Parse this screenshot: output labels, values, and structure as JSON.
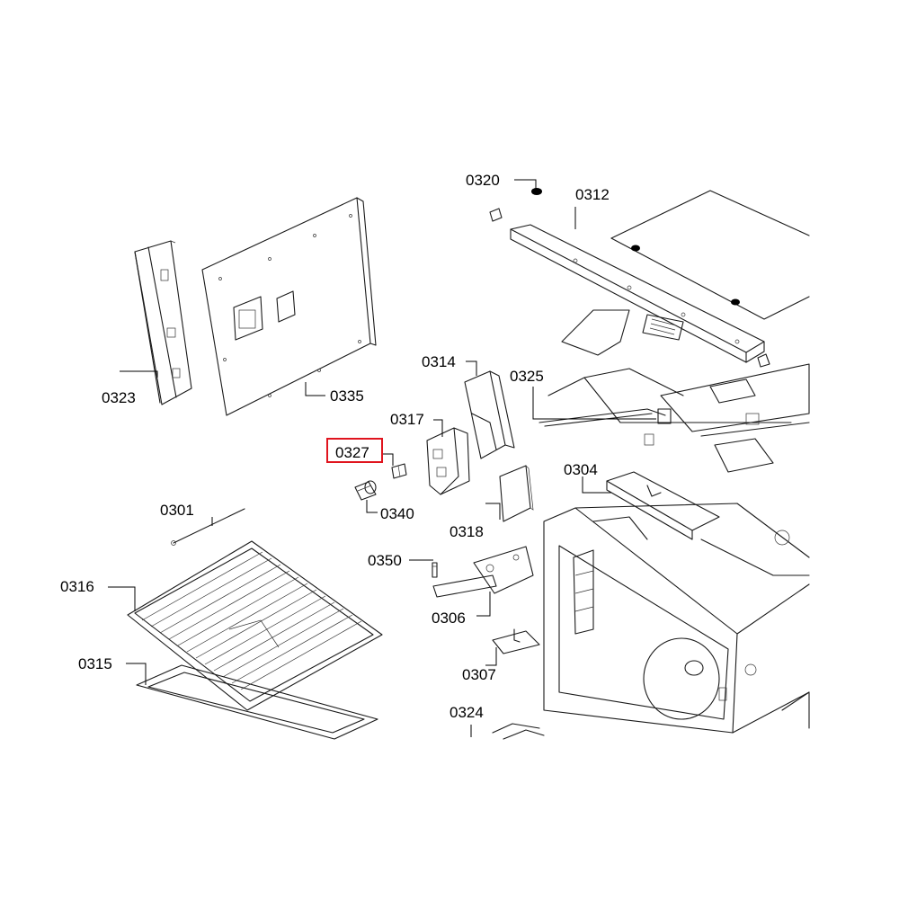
{
  "highlight_color": "#e0141e",
  "labels": {
    "p0301": "0301",
    "p0304": "0304",
    "p0306": "0306",
    "p0307": "0307",
    "p0312": "0312",
    "p0314": "0314",
    "p0315": "0315",
    "p0316": "0316",
    "p0317": "0317",
    "p0318": "0318",
    "p0320": "0320",
    "p0323": "0323",
    "p0324": "0324",
    "p0325": "0325",
    "p0327": "0327",
    "p0335": "0335",
    "p0340": "0340",
    "p0350": "0350"
  },
  "highlighted_part": "0327"
}
